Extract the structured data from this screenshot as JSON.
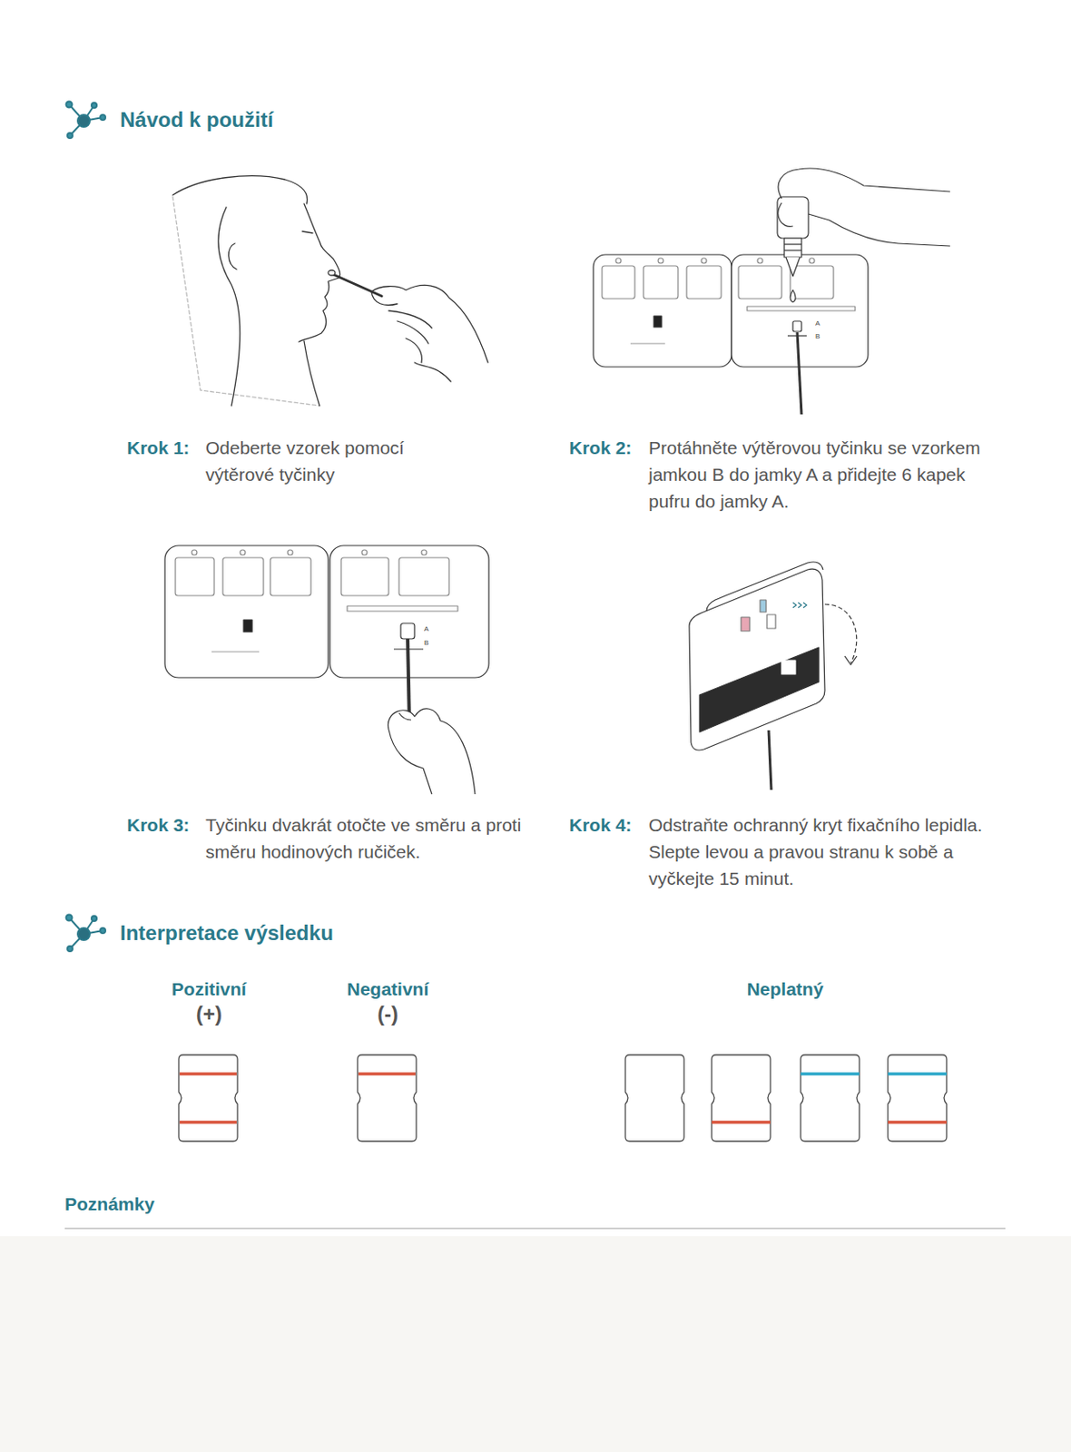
{
  "diagram": {
    "title": "Návod k použití",
    "nodes": [
      {
        "text": [
          "Pozitivní",
          "(+)"
        ]
      },
      {
        "text": [
          "Negativní",
          "(-)"
        ]
      }
    ],
    "labels": [
      "Krok 1:",
      "Odeberte vzorek pomocí výtěrové tyčinky",
      "Krok 2:",
      "Protáhněte výtěrovou tyčinku se vzorkem jamkou B do jamky A a přidejte 6 kapek pufru do jamky A.",
      "Krok 3:",
      "Tyčinku dvakrát otočte ve směru a proti směru hodinových ručiček.",
      "Krok 4:",
      "Odstraňte ochranný kryt fixačního lepidla. Slepte levou a pravou stranu k sobě a vyčkejte 15 minut.",
      "Interpretace výsledku",
      "Neplatný",
      "Poznámky",
      "A",
      "B",
      "A",
      "B"
    ]
  }
}
